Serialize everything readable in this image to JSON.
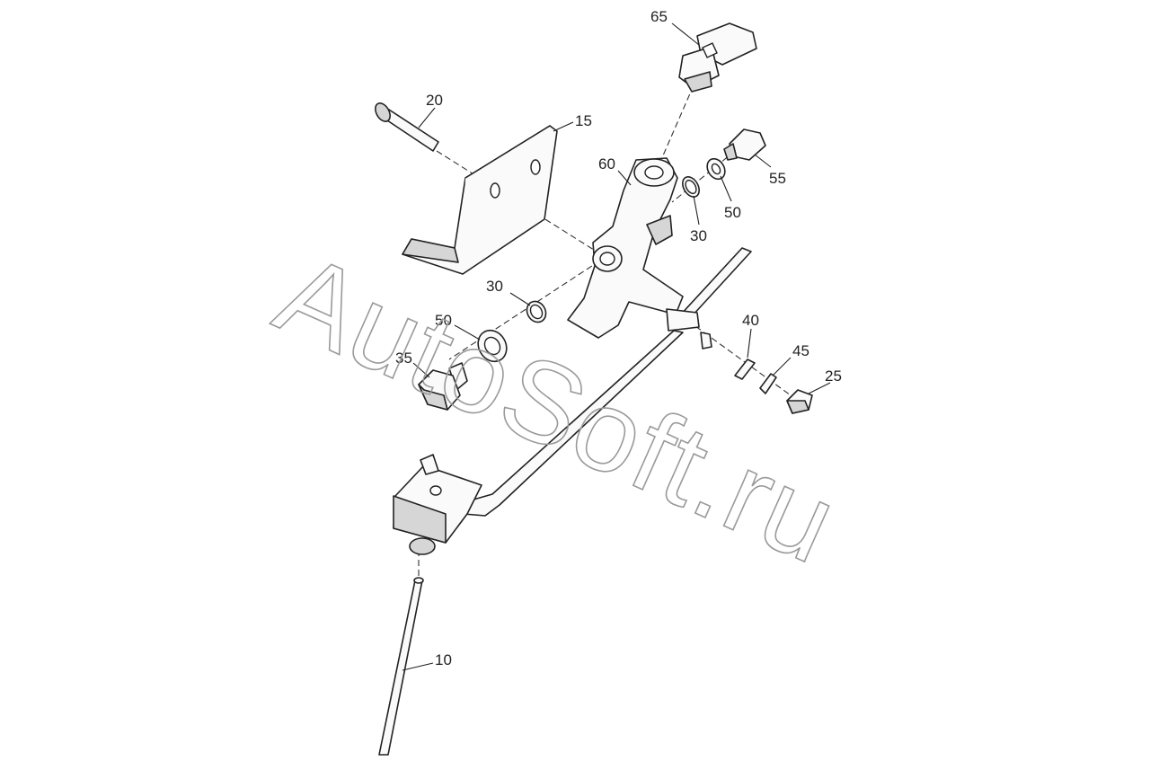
{
  "watermark": "AutoSoft.ru",
  "callouts": [
    {
      "id": "c65",
      "label": "65"
    },
    {
      "id": "c20",
      "label": "20"
    },
    {
      "id": "c15",
      "label": "15"
    },
    {
      "id": "c60",
      "label": "60"
    },
    {
      "id": "c55",
      "label": "55"
    },
    {
      "id": "c50a",
      "label": "50"
    },
    {
      "id": "c30a",
      "label": "30"
    },
    {
      "id": "c30b",
      "label": "30"
    },
    {
      "id": "c50b",
      "label": "50"
    },
    {
      "id": "c35",
      "label": "35"
    },
    {
      "id": "c40",
      "label": "40"
    },
    {
      "id": "c45",
      "label": "45"
    },
    {
      "id": "c25",
      "label": "25"
    },
    {
      "id": "c10",
      "label": "10"
    }
  ]
}
